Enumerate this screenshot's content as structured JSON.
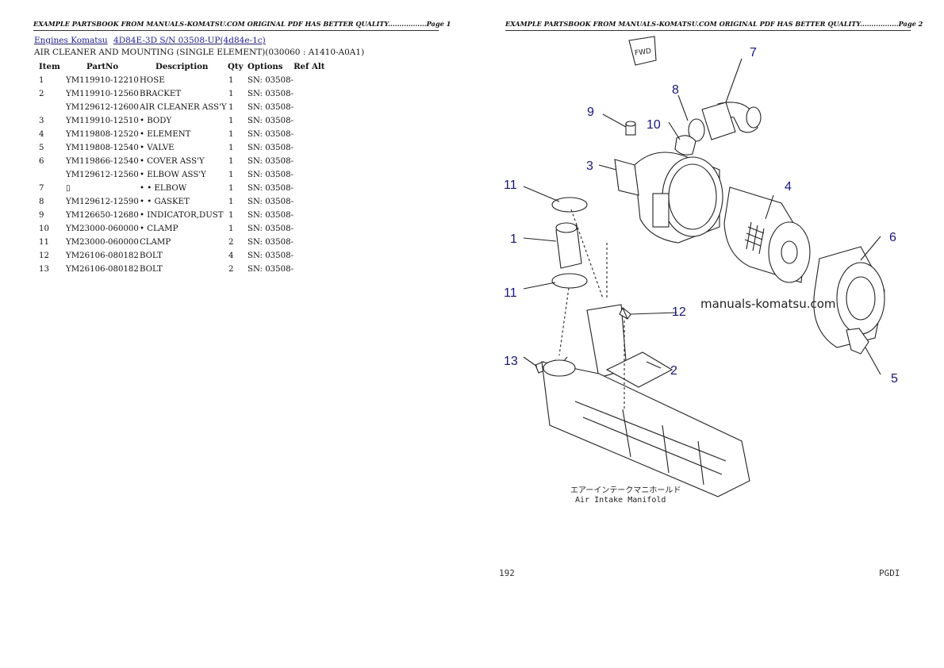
{
  "left_page": {
    "header": "EXAMPLE PARTSBOOK FROM MANUALS-KOMATSU.COM ORIGINAL PDF HAS BETTER QUALITY.................Page 1",
    "breadcrumbs": [
      "Engines Komatsu",
      "4D84E-3D S/N 03508-UP(4d84e-1c)"
    ],
    "subtitle": "AIR CLEANER AND MOUNTING (SINGLE ELEMENT)(030060 : A1410-A0A1)",
    "columns": [
      "Item",
      "PartNo",
      "Description",
      "Qty",
      "Options",
      "Ref Alt"
    ],
    "rows": [
      {
        "item": "1",
        "part": "YM119910-12210",
        "desc": "HOSE",
        "qty": "1",
        "opt": "SN: 03508-",
        "ref": ""
      },
      {
        "item": "2",
        "part": "YM119910-12560",
        "desc": "BRACKET",
        "qty": "1",
        "opt": "SN: 03508-",
        "ref": ""
      },
      {
        "item": "",
        "part": "YM129612-12600",
        "desc": "AIR CLEANER ASS'Y",
        "qty": "1",
        "opt": "SN: 03508-",
        "ref": ""
      },
      {
        "item": "3",
        "part": "YM119910-12510",
        "desc": "• BODY",
        "qty": "1",
        "opt": "SN: 03508-",
        "ref": ""
      },
      {
        "item": "4",
        "part": "YM119808-12520",
        "desc": "• ELEMENT",
        "qty": "1",
        "opt": "SN: 03508-",
        "ref": ""
      },
      {
        "item": "5",
        "part": "YM119808-12540",
        "desc": "• VALVE",
        "qty": "1",
        "opt": "SN: 03508-",
        "ref": ""
      },
      {
        "item": "6",
        "part": "YM119866-12540",
        "desc": "• COVER ASS'Y",
        "qty": "1",
        "opt": "SN: 03508-",
        "ref": ""
      },
      {
        "item": "",
        "part": "YM129612-12560",
        "desc": "• ELBOW ASS'Y",
        "qty": "1",
        "opt": "SN: 03508-",
        "ref": ""
      },
      {
        "item": "7",
        "part": "▯",
        "desc": "• • ELBOW",
        "qty": "1",
        "opt": "SN: 03508-",
        "ref": ""
      },
      {
        "item": "8",
        "part": "YM129612-12590",
        "desc": "• • GASKET",
        "qty": "1",
        "opt": "SN: 03508-",
        "ref": ""
      },
      {
        "item": "9",
        "part": "YM126650-12680",
        "desc": "• INDICATOR,DUST",
        "qty": "1",
        "opt": "SN: 03508-",
        "ref": ""
      },
      {
        "item": "10",
        "part": "YM23000-060000",
        "desc": "• CLAMP",
        "qty": "1",
        "opt": "SN: 03508-",
        "ref": ""
      },
      {
        "item": "11",
        "part": "YM23000-060000",
        "desc": "CLAMP",
        "qty": "2",
        "opt": "SN: 03508-",
        "ref": ""
      },
      {
        "item": "12",
        "part": "YM26106-080182",
        "desc": "BOLT",
        "qty": "4",
        "opt": "SN: 03508-",
        "ref": ""
      },
      {
        "item": "13",
        "part": "YM26106-080182",
        "desc": "BOLT",
        "qty": "2",
        "opt": "SN: 03508-",
        "ref": ""
      }
    ]
  },
  "right_page": {
    "header": "EXAMPLE PARTSBOOK FROM MANUALS-KOMATSU.COM ORIGINAL PDF HAS BETTER QUALITY.................Page 2",
    "diagram": {
      "labels": [
        "7",
        "8",
        "9",
        "10",
        "3",
        "4",
        "11",
        "1",
        "11",
        "6",
        "12",
        "13",
        "2",
        "5"
      ],
      "fwd_label": "FWD",
      "watermark": "manuals-komatsu.com",
      "caption_jp": "エアーインテークマニホールド",
      "caption_en": "Air Intake Manifold",
      "label_color": "#1212a8"
    },
    "footer_left": "192",
    "footer_right": "PGDI"
  }
}
